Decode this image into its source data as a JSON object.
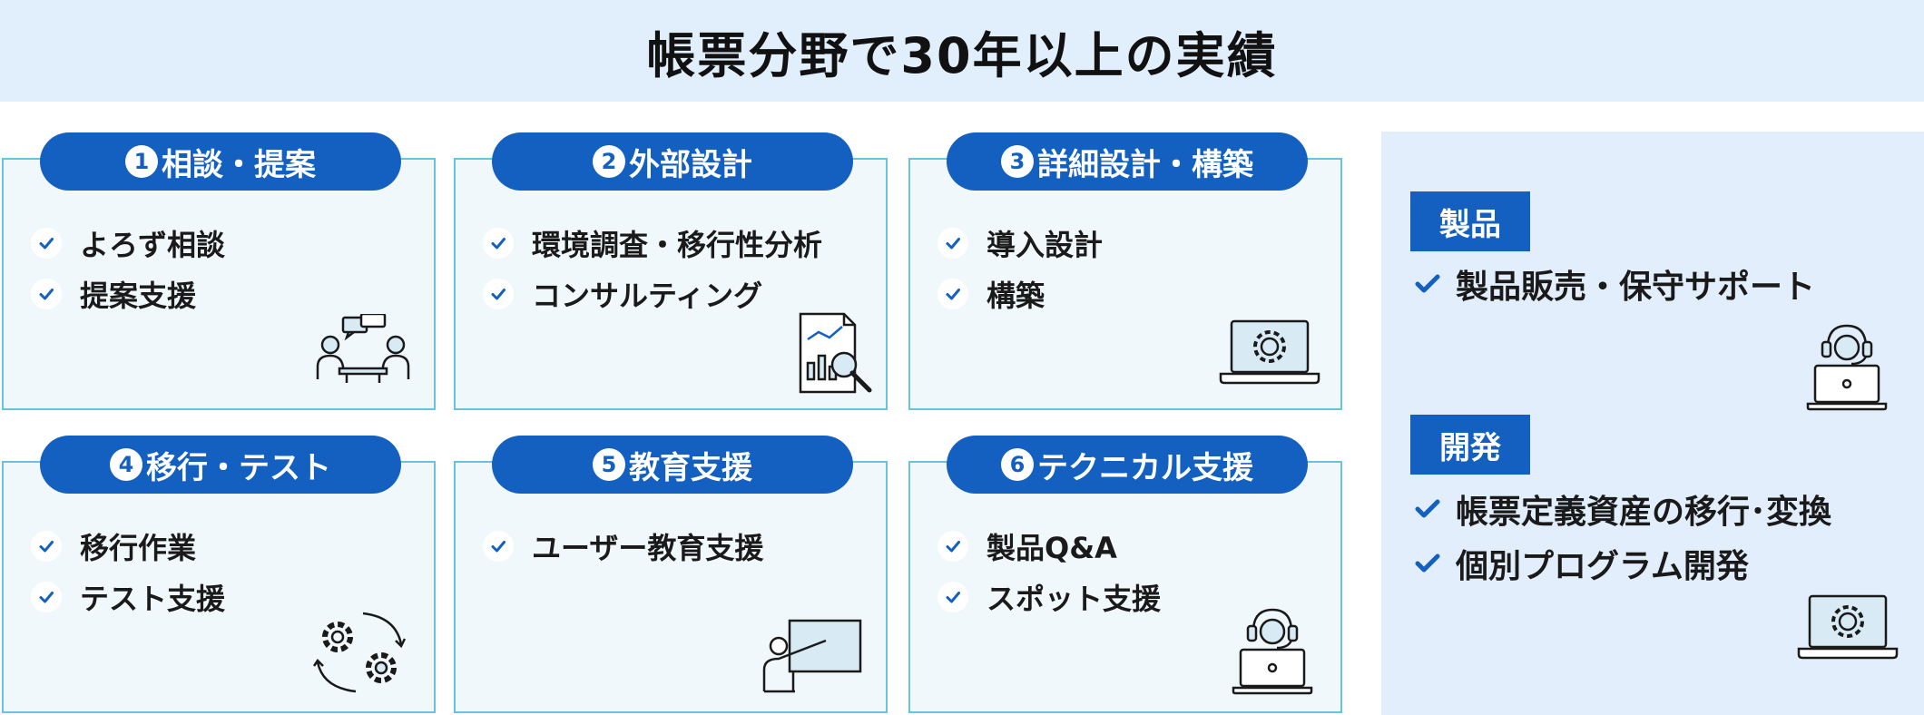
{
  "title": "帳票分野で30年以上の実績",
  "colors": {
    "accent": "#1360c0",
    "card_border": "#69c3df",
    "card_bg": "#f1f8fc",
    "banner_bg": "#e1eefb"
  },
  "cards": [
    {
      "number": "1",
      "label": "相談・提案",
      "items": [
        "よろず相談",
        "提案支援"
      ],
      "icon": "consultation-icon"
    },
    {
      "number": "2",
      "label": "外部設計",
      "items": [
        "環境調査・移行性分析",
        "コンサルティング"
      ],
      "icon": "analysis-report-icon"
    },
    {
      "number": "3",
      "label": "詳細設計・構築",
      "items": [
        "導入設計",
        "構築"
      ],
      "icon": "laptop-gear-icon"
    },
    {
      "number": "4",
      "label": "移行・テスト",
      "items": [
        "移行作業",
        "テスト支援"
      ],
      "icon": "gears-cycle-icon"
    },
    {
      "number": "5",
      "label": "教育支援",
      "items": [
        "ユーザー教育支援"
      ],
      "icon": "teacher-board-icon"
    },
    {
      "number": "6",
      "label": "テクニカル支援",
      "items": [
        "製品Q&A",
        "スポット支援"
      ],
      "icon": "headset-support-icon"
    }
  ],
  "panel": {
    "product": {
      "tag": "製品",
      "items": [
        "製品販売・保守サポート"
      ],
      "icon": "headset-support-icon"
    },
    "dev": {
      "tag": "開発",
      "items": [
        "帳票定義資産の移行･変換",
        "個別プログラム開発"
      ],
      "icon": "laptop-gear-icon"
    }
  }
}
